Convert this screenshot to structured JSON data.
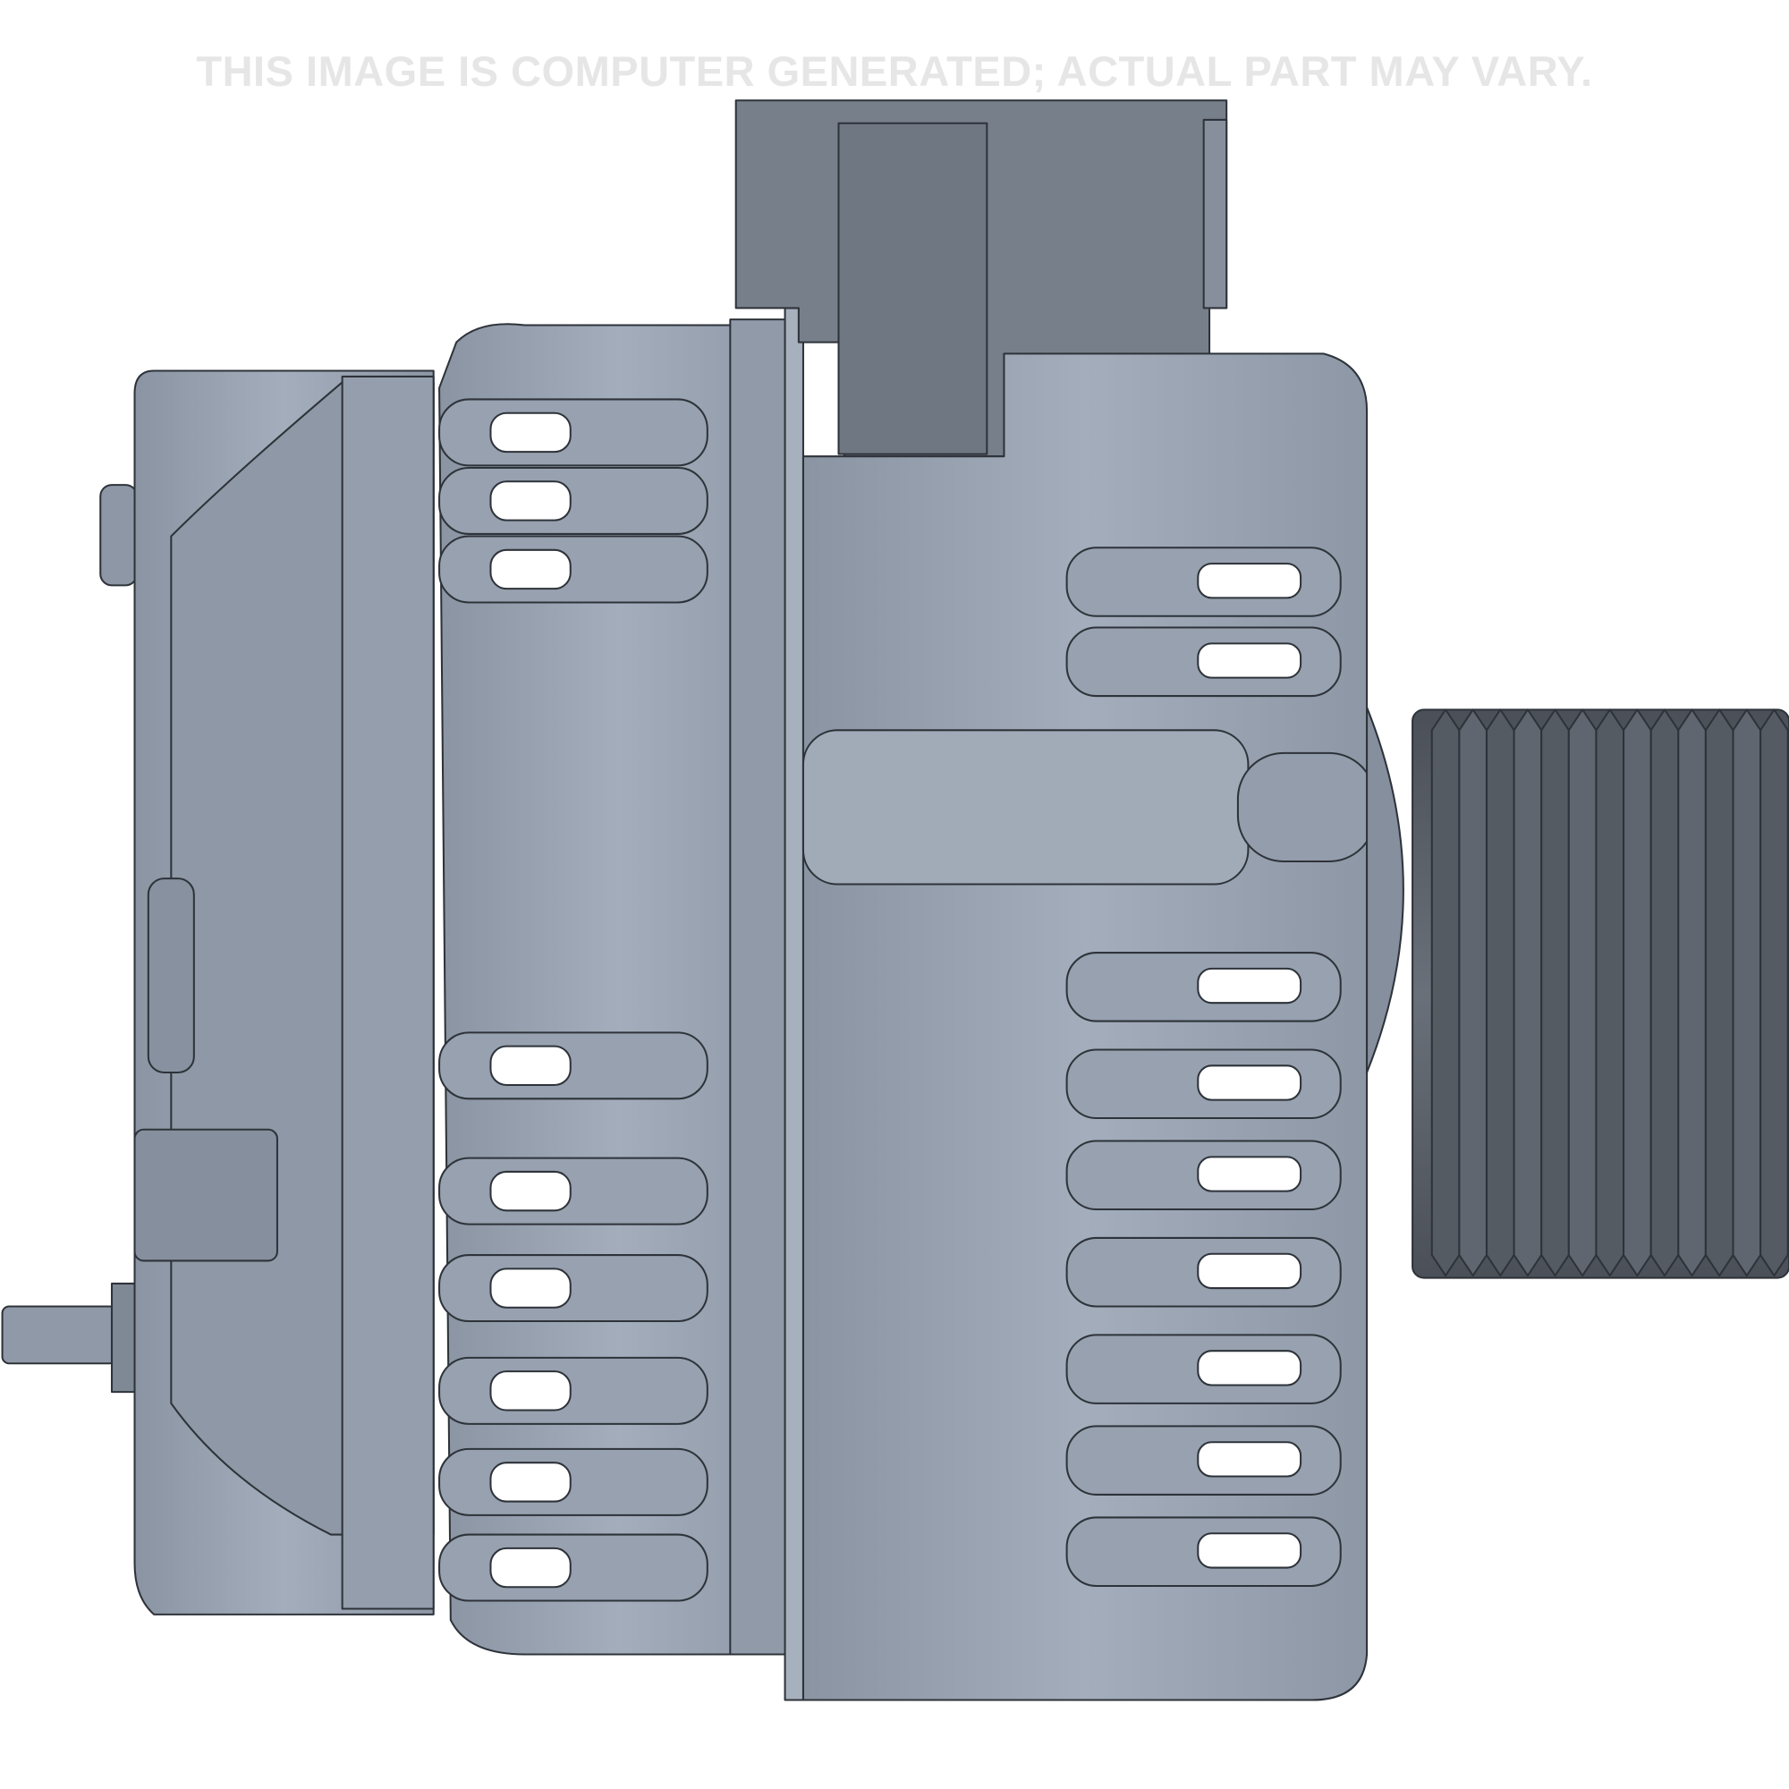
{
  "disclaimer": "THIS IMAGE IS COMPUTER GENERATED; ACTUAL PART MAY VARY.",
  "product": {
    "depicts": "alternator",
    "view": "side",
    "colors": {
      "body": "#9aa4b2",
      "body_shade": "#7d8693",
      "bracket": "#767e8a",
      "pulley": "#5b616a",
      "outline": "#2e333a"
    }
  }
}
